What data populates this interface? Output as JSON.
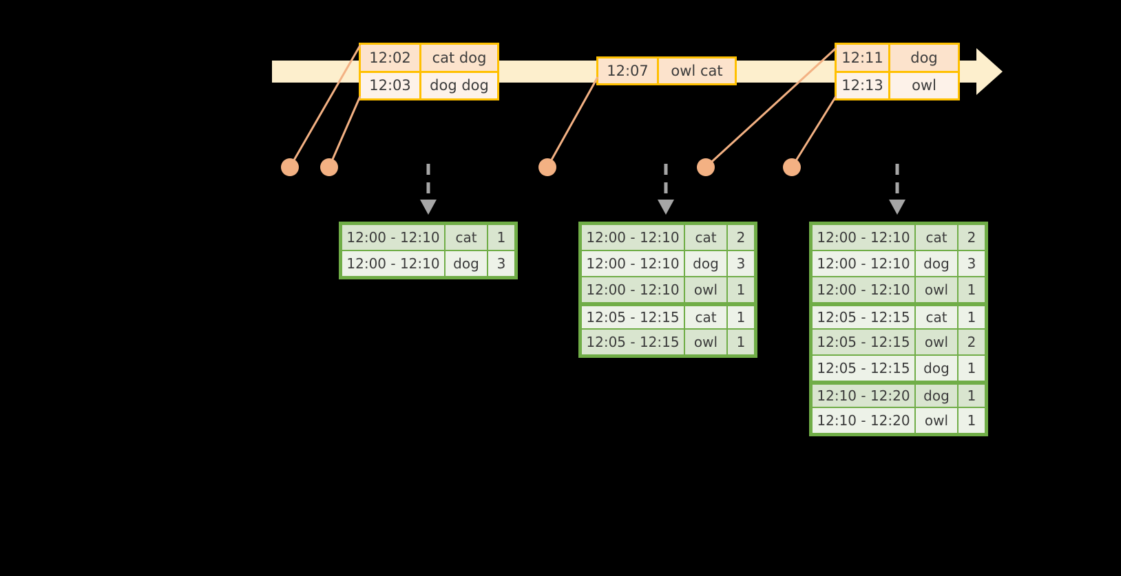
{
  "timeline": {
    "name": "event-stream-timeline",
    "arrow_direction": "right",
    "colors": {
      "bar": "#FDEFCD",
      "box_border": "#FFC000",
      "box_fill_a": "#FCE3CC",
      "box_fill_b": "#FDF2E9",
      "dot": "#F3B183",
      "line": "#F3B183"
    },
    "events": [
      {
        "id": "event-group-1",
        "rows": [
          {
            "time": "12:02",
            "text": "cat dog"
          },
          {
            "time": "12:03",
            "text": "dog dog"
          }
        ]
      },
      {
        "id": "event-group-2",
        "rows": [
          {
            "time": "12:07",
            "text": "owl cat"
          }
        ]
      },
      {
        "id": "event-group-3",
        "rows": [
          {
            "time": "12:11",
            "text": "dog"
          },
          {
            "time": "12:13",
            "text": "owl"
          }
        ]
      }
    ]
  },
  "markers": [
    {
      "label": "marker-12-02"
    },
    {
      "label": "marker-12-03"
    },
    {
      "label": "marker-12-07"
    },
    {
      "label": "marker-12-11"
    },
    {
      "label": "marker-12-13"
    }
  ],
  "results": {
    "color_border": "#70AD47",
    "color_shade": "#D9E5CF",
    "color_light": "#EDF2E8",
    "tables": [
      {
        "id": "result-table-1",
        "rows": [
          {
            "range": "12:00 - 12:10",
            "word": "cat",
            "count": "1",
            "shade": true,
            "sep": false
          },
          {
            "range": "12:00 - 12:10",
            "word": "dog",
            "count": "3",
            "shade": false,
            "sep": false
          }
        ]
      },
      {
        "id": "result-table-2",
        "rows": [
          {
            "range": "12:00 - 12:10",
            "word": "cat",
            "count": "2",
            "shade": true,
            "sep": false
          },
          {
            "range": "12:00 - 12:10",
            "word": "dog",
            "count": "3",
            "shade": false,
            "sep": false
          },
          {
            "range": "12:00 - 12:10",
            "word": "owl",
            "count": "1",
            "shade": true,
            "sep": false
          },
          {
            "range": "12:05 - 12:15",
            "word": "cat",
            "count": "1",
            "shade": false,
            "sep": true
          },
          {
            "range": "12:05 - 12:15",
            "word": "owl",
            "count": "1",
            "shade": true,
            "sep": false
          }
        ]
      },
      {
        "id": "result-table-3",
        "rows": [
          {
            "range": "12:00 - 12:10",
            "word": "cat",
            "count": "2",
            "shade": true,
            "sep": false
          },
          {
            "range": "12:00 - 12:10",
            "word": "dog",
            "count": "3",
            "shade": false,
            "sep": false
          },
          {
            "range": "12:00 - 12:10",
            "word": "owl",
            "count": "1",
            "shade": true,
            "sep": false
          },
          {
            "range": "12:05 - 12:15",
            "word": "cat",
            "count": "1",
            "shade": false,
            "sep": true
          },
          {
            "range": "12:05 - 12:15",
            "word": "owl",
            "count": "2",
            "shade": true,
            "sep": false
          },
          {
            "range": "12:05 - 12:15",
            "word": "dog",
            "count": "1",
            "shade": false,
            "sep": false
          },
          {
            "range": "12:10 - 12:20",
            "word": "dog",
            "count": "1",
            "shade": true,
            "sep": true
          },
          {
            "range": "12:10 - 12:20",
            "word": "owl",
            "count": "1",
            "shade": false,
            "sep": false
          }
        ]
      }
    ]
  }
}
